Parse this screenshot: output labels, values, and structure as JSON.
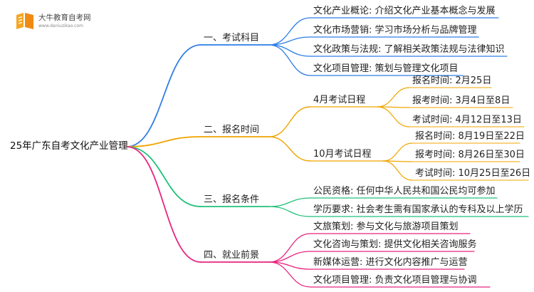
{
  "brand": {
    "name": "大牛教育自考网",
    "url": "www.daniuzikao.com"
  },
  "root": "25年广东自考文化产业管理",
  "colors": {
    "blue": "#2f7ee6",
    "orange": "#f0a500",
    "green": "#22c07a",
    "pink": "#e8257f"
  },
  "branches": [
    {
      "label": "一、考试科目",
      "items": [
        "文化产业概论: 介绍文化产业基本概念与发展",
        "文化市场营销: 学习市场分析与品牌管理",
        "文化政策与法规: 了解相关政策法规与法律知识",
        "文化项目管理: 策划与管理文化项目"
      ]
    },
    {
      "label": "二、报名时间",
      "groups": [
        {
          "label": "4月考试日程",
          "items": [
            "报名时间: 2月25日",
            "报考时间: 3月4日至8日",
            "考试时间: 4月12日至13日"
          ]
        },
        {
          "label": "10月考试日程",
          "items": [
            "报名时间: 8月19日至22日",
            "报考时间: 8月26日至30日",
            "考试时间: 10月25日至26日"
          ]
        }
      ]
    },
    {
      "label": "三、报名条件",
      "items": [
        "公民资格: 任何中华人民共和国公民均可参加",
        "学历要求: 社会考生需有国家承认的专科及以上学历"
      ]
    },
    {
      "label": "四、就业前景",
      "items": [
        "文旅策划: 参与文化与旅游项目策划",
        "文化咨询与策划: 提供文化相关咨询服务",
        "新媒体运营: 进行文化内容推广与运营",
        "文化项目管理: 负责文化项目管理与协调"
      ]
    }
  ]
}
